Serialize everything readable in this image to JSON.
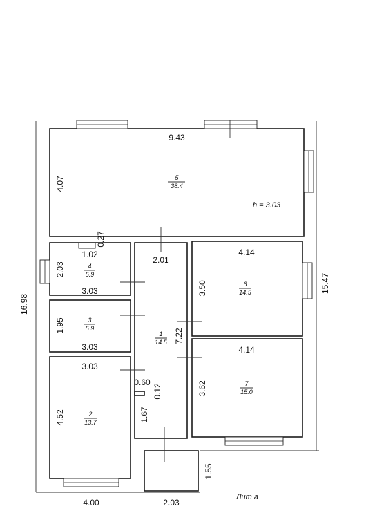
{
  "rooms": [
    {
      "number": "1",
      "area": "14.5"
    },
    {
      "number": "2",
      "area": "13.7"
    },
    {
      "number": "3",
      "area": "5.9"
    },
    {
      "number": "4",
      "area": "5.9"
    },
    {
      "number": "5",
      "area": "38.4"
    },
    {
      "number": "6",
      "area": "14.5"
    },
    {
      "number": "7",
      "area": "15.0"
    }
  ],
  "ceiling_height": "h = 3.03",
  "dimensions": {
    "top_width": "9.43",
    "room5_height": "4.07",
    "gap": "0.27",
    "room4_width": "1.02",
    "room4_height": "2.03",
    "room4_bottom": "3.03",
    "corridor_width": "2.01",
    "room6_width": "4.14",
    "room6_height": "3.50",
    "right_total": "15.47",
    "left_total": "16.98",
    "room3_height": "1.95",
    "room3_bottom": "3.03",
    "corridor_height": "7.22",
    "room7_width": "4.14",
    "room2_width": "3.03",
    "step_a": "0.60",
    "step_b": "0.12",
    "room7_height": "3.62",
    "room2_height": "4.52",
    "corridor_low": "1.67",
    "porch_height": "1.55",
    "bottom_left": "4.00",
    "bottom_porch": "2.03"
  },
  "plan_label": "Лит а"
}
